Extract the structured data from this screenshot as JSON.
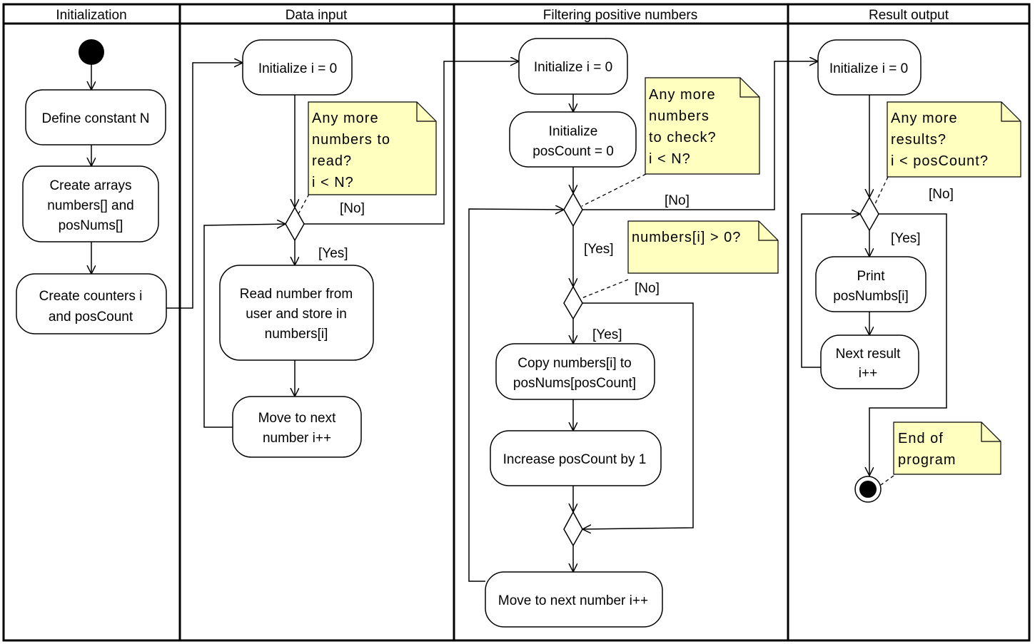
{
  "lanes": [
    "Initialization",
    "Data input",
    "Filtering positive numbers",
    "Result output"
  ],
  "activities": {
    "define_n": [
      "Define constant N"
    ],
    "create_arrays": [
      "Create arrays",
      "numbers[] and",
      "posNums[]"
    ],
    "create_counters": [
      "Create counters i",
      "and posCount"
    ],
    "input_init_i": [
      "Initialize i = 0"
    ],
    "read_number": [
      "Read number from",
      "user and store in",
      "numbers[i]"
    ],
    "input_next": [
      "Move to next",
      "number i++"
    ],
    "filter_init_i": [
      "Initialize i = 0"
    ],
    "init_poscount": [
      "Initialize",
      "posCount = 0"
    ],
    "copy_number": [
      "Copy numbers[i] to",
      "posNums[posCount]"
    ],
    "increase_poscount": [
      "Increase posCount by 1"
    ],
    "filter_next": [
      "Move to next number i++"
    ],
    "output_init_i": [
      "Initialize i = 0"
    ],
    "print_result": [
      "Print",
      "posNumbs[i]"
    ],
    "next_result": [
      "Next result",
      "i++"
    ]
  },
  "notes": {
    "more_to_read": [
      "Any more",
      "numbers to",
      "read?",
      "i < N?"
    ],
    "more_to_check": [
      "Any more",
      "numbers",
      "to check?",
      "i < N?"
    ],
    "positive_check": [
      "numbers[i] > 0?"
    ],
    "more_results": [
      "Any more",
      "results?",
      "i < posCount?"
    ],
    "end_note": [
      "End of",
      "program"
    ]
  },
  "guards": {
    "input_no": "[No]",
    "input_yes": "[Yes]",
    "filter_loop_no": "[No]",
    "filter_loop_yes": "[Yes]",
    "positive_no": "[No]",
    "positive_yes": "[Yes]",
    "output_no": "[No]",
    "output_yes": "[Yes]"
  }
}
